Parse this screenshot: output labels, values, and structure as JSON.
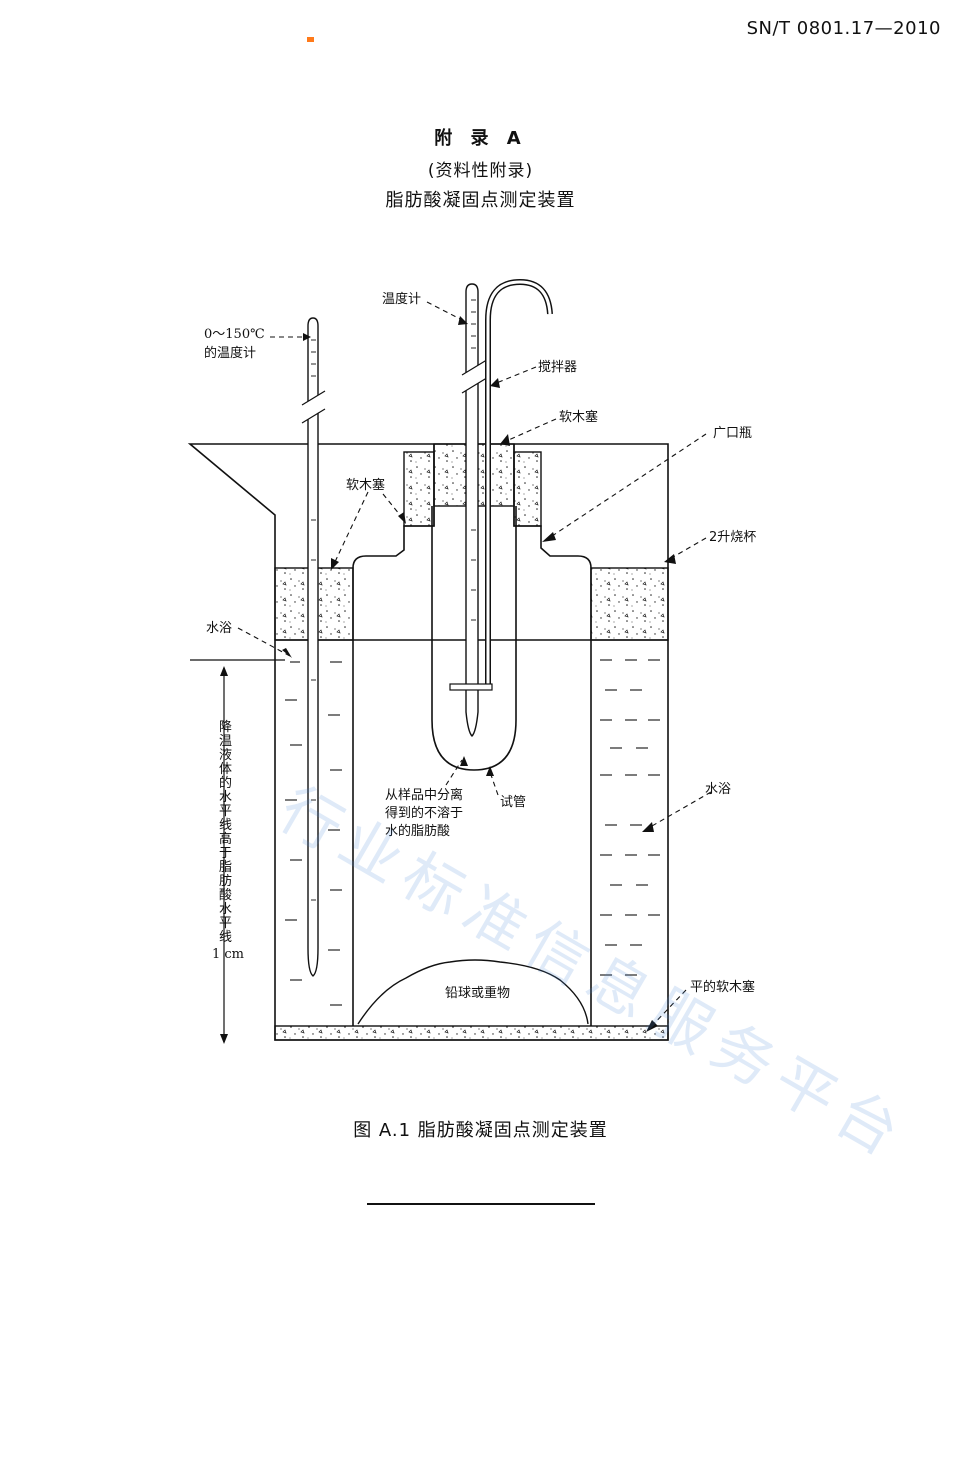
{
  "header": {
    "standard_code": "SN/T 0801.17—2010"
  },
  "appendix": {
    "title": "附 录 A",
    "type": "(资料性附录)",
    "subtitle": "脂肪酸凝固点测定装置"
  },
  "figure": {
    "labels": {
      "thermometer_150": [
        "0～150℃",
        "的温度计"
      ],
      "thermometer": "温度计",
      "stirrer": "搅拌器",
      "cork_top": "软木塞",
      "wide_mouth_bottle": "广口瓶",
      "cork_left": "软木塞",
      "beaker_2l": "2升烧杯",
      "water_bath_left": "水浴",
      "water_bath_right": "水浴",
      "test_tube": "试管",
      "fatty_acid": [
        "从样品中分离",
        "得到的不溶于",
        "水的脂肪酸"
      ],
      "lead_shot": "铅球或重物",
      "flat_cork": "平的软木塞",
      "cooling_level_chars": [
        "降",
        "温",
        "液",
        "体",
        "的",
        "水",
        "平",
        "线",
        "高",
        "于",
        "脂",
        "肪",
        "酸",
        "水",
        "平",
        "线"
      ],
      "cooling_level_unit": "1 cm"
    },
    "caption": "图 A.1 脂肪酸凝固点测定装置"
  },
  "watermark": {
    "chars": [
      "行",
      "业",
      "标",
      "准",
      "信",
      "息",
      "服",
      "务",
      "平",
      "台"
    ]
  }
}
